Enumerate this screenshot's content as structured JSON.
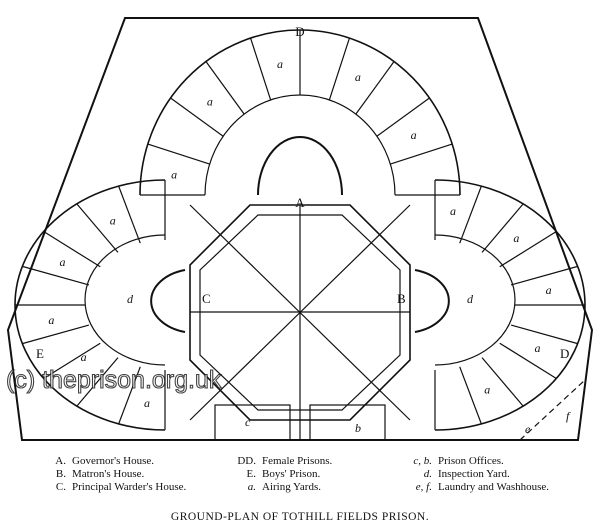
{
  "plan_labels": {
    "top_D": "D",
    "right_D": "D",
    "left_E": "E",
    "A": "A",
    "B": "B",
    "C": "C",
    "d_left": "d",
    "d_right": "d",
    "c": "c",
    "b": "b",
    "e": "e",
    "f": "f",
    "airing_yard": "a"
  },
  "watermark": "(c) theprison.org.uk",
  "legend": {
    "col1": [
      {
        "key": "A.",
        "text": "Governor's House."
      },
      {
        "key": "B.",
        "text": "Matron's House."
      },
      {
        "key": "C.",
        "text": "Principal Warder's House."
      }
    ],
    "col2": [
      {
        "key": "DD.",
        "text": "Female Prisons."
      },
      {
        "key": "E.",
        "text": "Boys' Prison."
      },
      {
        "key": "a.",
        "text": "Airing Yards."
      }
    ],
    "col3": [
      {
        "key": "c, b.",
        "text": "Prison Offices."
      },
      {
        "key": "d.",
        "text": "Inspection Yard."
      },
      {
        "key": "e, f.",
        "text": "Laundry and Washhouse."
      }
    ]
  },
  "caption": "GROUND-PLAN OF TOTHILL FIELDS PRISON."
}
